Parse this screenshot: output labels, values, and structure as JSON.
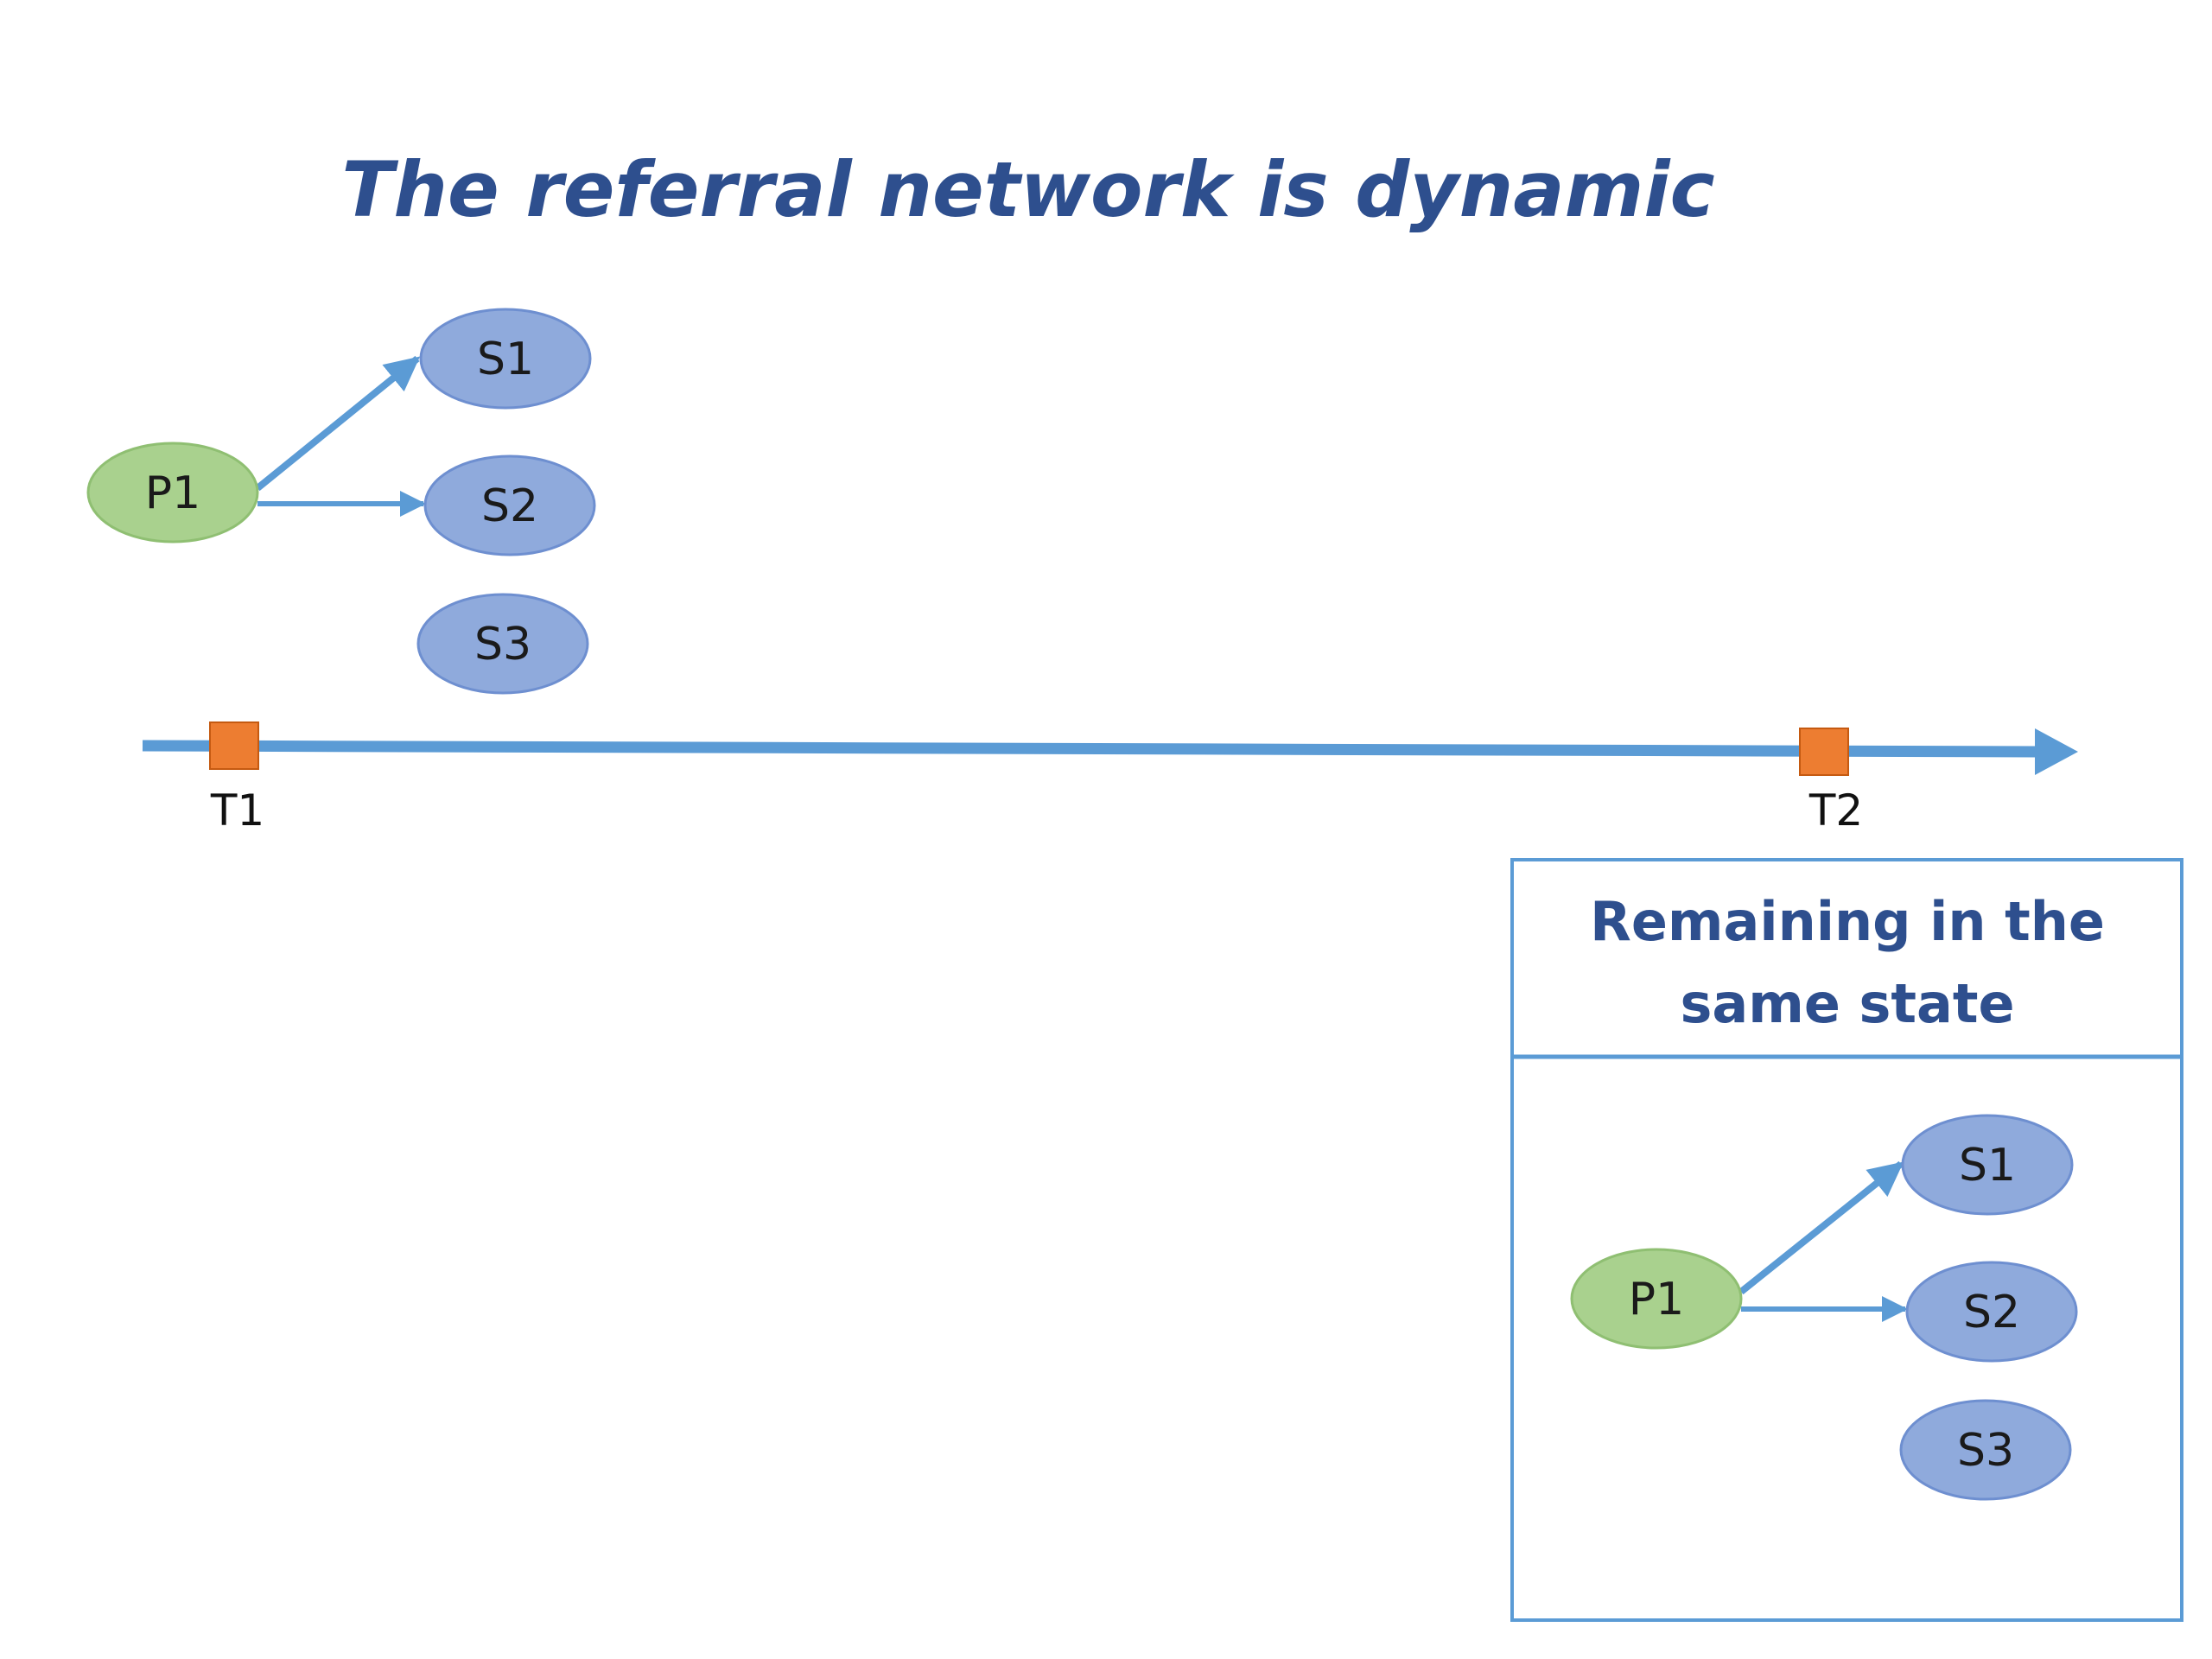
{
  "title": "The referral network is dynamic",
  "colors": {
    "title": "#2e4f8e",
    "edge": "#5b9bd5",
    "primary_node_fill": "#a9d18e",
    "primary_node_stroke": "#8fbf72",
    "secondary_node_fill": "#8faadc",
    "secondary_node_stroke": "#6e8fd0",
    "marker": "#ed7d31",
    "panel_border": "#5b9bd5"
  },
  "timeline": {
    "markers": [
      {
        "label": "T1"
      },
      {
        "label": "T2"
      }
    ]
  },
  "network_t1": {
    "nodes": {
      "p1": "P1",
      "s1": "S1",
      "s2": "S2",
      "s3": "S3"
    }
  },
  "panel": {
    "title_line1": "Remaining in the",
    "title_line2": "same state",
    "nodes": {
      "p1": "P1",
      "s1": "S1",
      "s2": "S2",
      "s3": "S3"
    }
  }
}
